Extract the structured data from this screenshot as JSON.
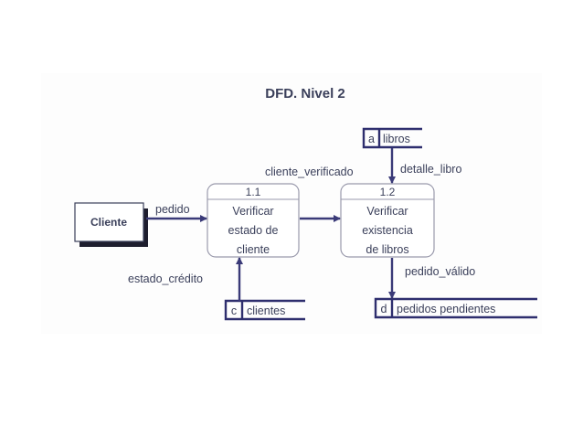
{
  "title": "DFD. Nivel 2",
  "entity": {
    "label": "Cliente"
  },
  "processes": [
    {
      "id": "1.1",
      "lines": [
        "Verificar",
        "estado de",
        "cliente"
      ]
    },
    {
      "id": "1.2",
      "lines": [
        "Verificar",
        "existencia",
        "de libros"
      ]
    }
  ],
  "stores": [
    {
      "code": "a",
      "name": "libros"
    },
    {
      "code": "c",
      "name": "clientes"
    },
    {
      "code": "d",
      "name": "pedidos pendientes"
    }
  ],
  "flows": {
    "pedido": "pedido",
    "cliente_verificado": "cliente_verificado",
    "detalle_libro": "detalle_libro",
    "estado_credito": "estado_crédito",
    "pedido_valido": "pedido_válido"
  },
  "colors": {
    "line": "#3a3a78",
    "text": "#3a3f5a",
    "shadow": "#1e1e2e",
    "process_border": "#9a9aac"
  }
}
